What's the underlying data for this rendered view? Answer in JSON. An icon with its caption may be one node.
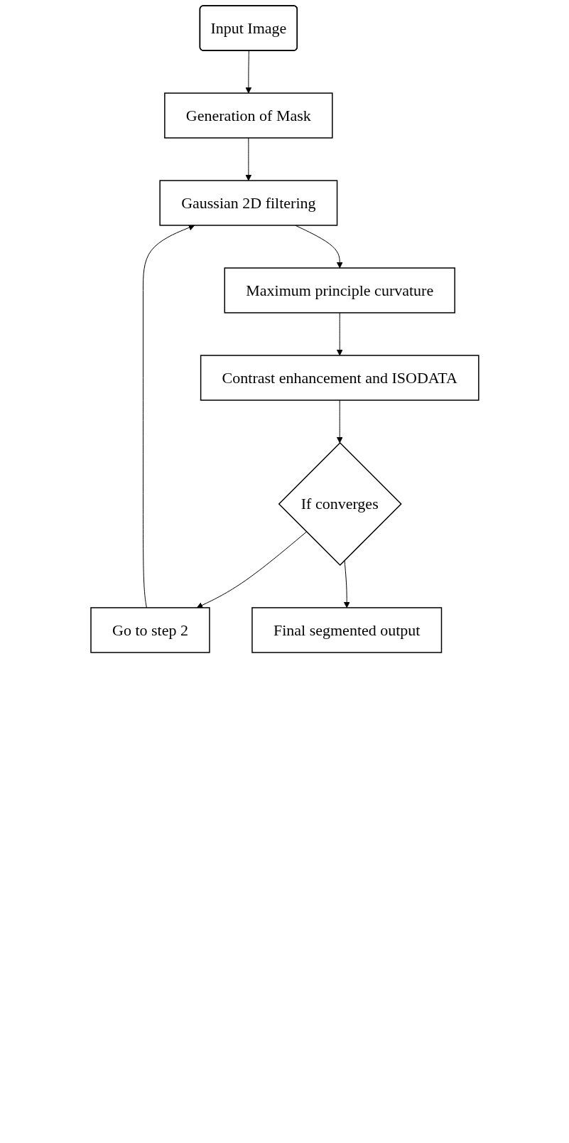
{
  "diagram": {
    "nodes": [
      {
        "text": [
          "Input Image"
        ]
      },
      {
        "text": [
          "Generation of Mask"
        ]
      },
      {
        "text": [
          "Gaussian 2D filtering"
        ]
      },
      {
        "text": [
          "Maximum principle curvature"
        ]
      },
      {
        "text": [
          "Contrast enhancement and ISODATA"
        ]
      },
      {
        "text": [
          "If converges"
        ]
      },
      {
        "text": [
          "Go to step 2"
        ]
      },
      {
        "text": [
          "Final segmented output"
        ]
      }
    ],
    "edges": [
      {
        "from": 0,
        "to": 1,
        "arrow": "to"
      },
      {
        "from": 1,
        "to": 2,
        "arrow": "to"
      },
      {
        "from": 2,
        "to": 3,
        "arrow": "to"
      },
      {
        "from": 3,
        "to": 4,
        "arrow": "to"
      },
      {
        "from": 4,
        "to": 5,
        "arrow": "to"
      },
      {
        "from": 5,
        "to": 6,
        "arrow": "to"
      },
      {
        "from": 6,
        "to": 2,
        "arrow": "to"
      },
      {
        "from": 5,
        "to": 7,
        "arrow": "to"
      }
    ]
  }
}
